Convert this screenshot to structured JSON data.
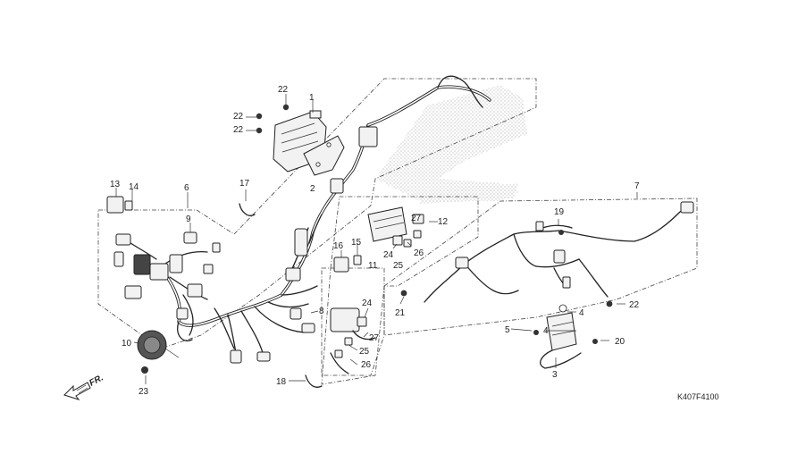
{
  "labels": {
    "p1": "1",
    "p2": "2",
    "p3": "3",
    "p4a": "4",
    "p4b": "4",
    "p5": "5",
    "p6": "6",
    "p7": "7",
    "p8": "8",
    "p9": "9",
    "p10": "10",
    "p11": "11",
    "p12": "12",
    "p13": "13",
    "p14": "14",
    "p15": "15",
    "p16": "16",
    "p17": "17",
    "p18": "18",
    "p19": "19",
    "p20": "20",
    "p21": "21",
    "p22a": "22",
    "p22b": "22",
    "p22c": "22",
    "p22d": "22",
    "p23": "23",
    "p24a": "24",
    "p24b": "24",
    "p25a": "25",
    "p25b": "25",
    "p26a": "26",
    "p26b": "26",
    "p27a": "27",
    "p27b": "27"
  },
  "direction_label": "FR.",
  "reference_code": "K407F4100",
  "icons": {
    "direction": "arrow-front-icon"
  }
}
